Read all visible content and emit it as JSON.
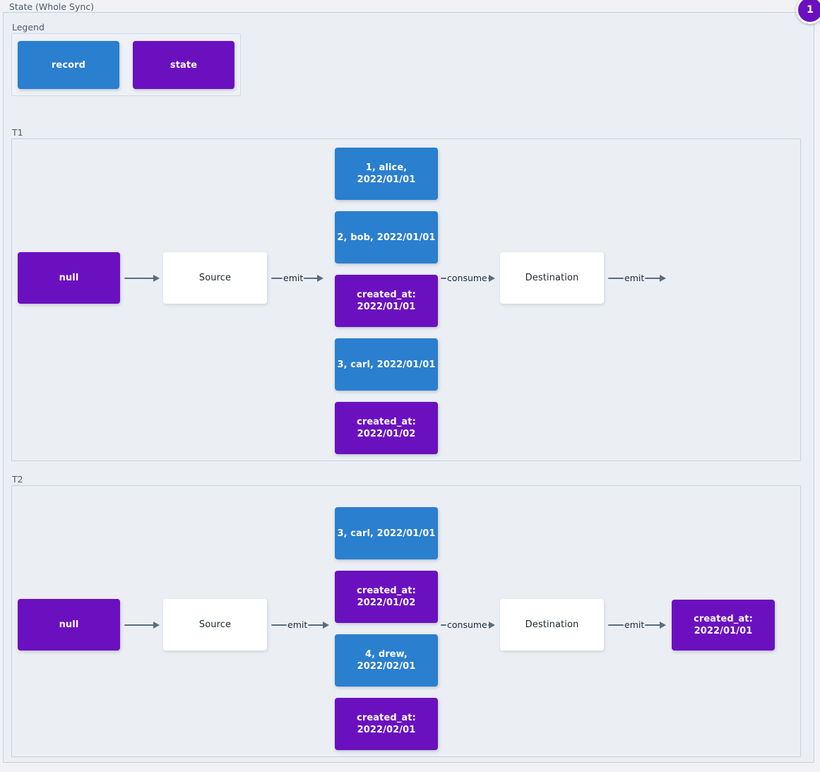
{
  "diagram": {
    "title": "State (Whole Sync)",
    "badge": "1",
    "colors": {
      "record": "#2a7fcf",
      "state": "#6b10bf",
      "plain": "#ffffff",
      "frame_bg": "#ebeff4",
      "page_bg": "#f0f2f5",
      "edge": "#5b6c7e"
    }
  },
  "legend": {
    "label": "Legend",
    "items": [
      {
        "label": "record",
        "kind": "record"
      },
      {
        "label": "state",
        "kind": "state"
      }
    ]
  },
  "t1": {
    "label": "T1",
    "nodes": {
      "state_in": "null",
      "source": "Source",
      "destination": "Destination",
      "r1": "1, alice, 2022/01/01",
      "r2": "2, bob, 2022/01/01",
      "s1": "created_at:\n2022/01/01",
      "r3": "3, carl, 2022/01/01",
      "s2": "created_at:\n2022/01/02"
    },
    "edges": {
      "state_to_source": "",
      "source_emit": "emit",
      "consume": "consume",
      "dest_emit": "emit"
    }
  },
  "t2": {
    "label": "T2",
    "nodes": {
      "state_in": "null",
      "source": "Source",
      "destination": "Destination",
      "r1": "3, carl, 2022/01/01",
      "s1": "created_at:\n2022/01/02",
      "r2": "4, drew, 2022/02/01",
      "s2": "created_at:\n2022/02/01",
      "state_out": "created_at:\n2022/01/01"
    },
    "edges": {
      "state_to_source": "",
      "source_emit": "emit",
      "consume": "consume",
      "dest_emit": "emit"
    }
  }
}
